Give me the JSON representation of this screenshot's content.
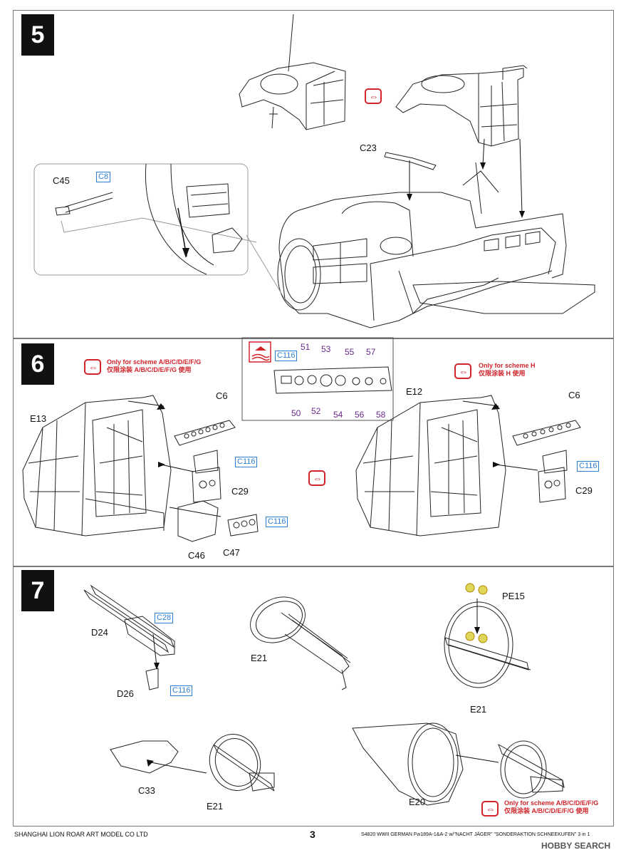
{
  "steps": {
    "s5": {
      "number": "5"
    },
    "s6": {
      "number": "6"
    },
    "s7": {
      "number": "7"
    }
  },
  "parts": {
    "c23": "C23",
    "c45": "C45",
    "c8": "C8",
    "e13": "E13",
    "c6a": "C6",
    "c116a": "C116",
    "c29a": "C29",
    "c46": "C46",
    "c47": "C47",
    "c116b": "C116",
    "e12": "E12",
    "c6b": "C6",
    "c116c": "C116",
    "c29b": "C29",
    "c116inset": "C116",
    "d24": "D24",
    "c28": "C28",
    "d26": "D26",
    "c116d": "C116",
    "e21a": "E21",
    "pe15": "PE15",
    "e21b": "E21",
    "c33": "C33",
    "e21c": "E21",
    "e20": "E20"
  },
  "decals": [
    "51",
    "53",
    "55",
    "57",
    "50",
    "52",
    "54",
    "56",
    "58"
  ],
  "notes": {
    "scheme_abcdefg_en": "Only for scheme A/B/C/D/E/F/G",
    "scheme_abcdefg_cn": "仅限涂装 A/B/C/D/E/F/G 使用",
    "scheme_h_en": "Only for scheme H",
    "scheme_h_cn": "仅限涂装 H 使用",
    "scheme_abcdefg2_en": "Only for scheme A/B/C/D/E/F/G",
    "scheme_abcdefg2_cn": "仅限涂装 A/B/C/D/E/F/G 使用"
  },
  "footer": {
    "company": "SHANGHAI LION ROAR ART MODEL CO LTD",
    "page": "3",
    "product": "S4820 WWII GERMAN Fw189A-1&A-2 w/\"NACHT JÄGER\" \"SONDERAKTION SCHNEEKUFEN\" 3 in 1",
    "watermark": "HOBBY SEARCH"
  },
  "colors": {
    "accent_red": "#d0242b",
    "part_blue": "#2f7fd0",
    "decal_purple": "#6a2a8a",
    "step_black": "#111111"
  }
}
